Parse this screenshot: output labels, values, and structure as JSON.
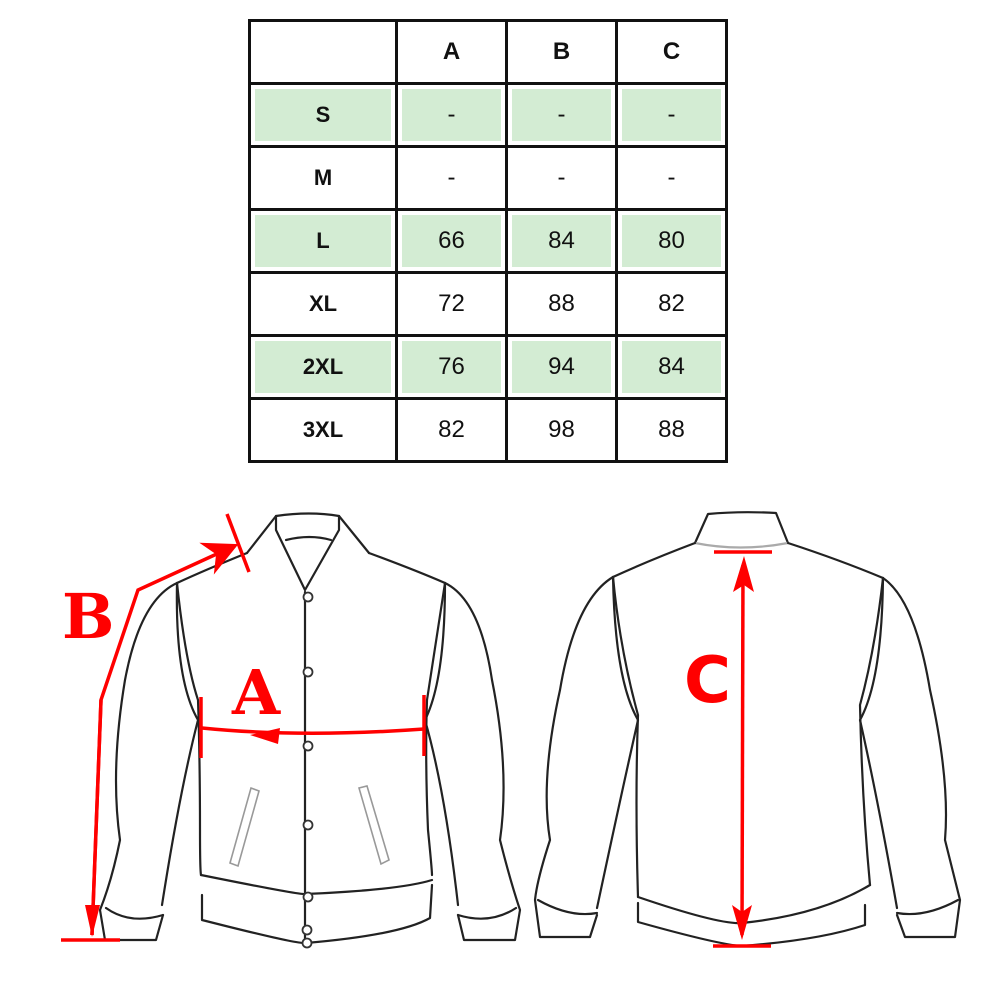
{
  "size_table": {
    "columns": [
      "",
      "A",
      "B",
      "C"
    ],
    "rows": [
      {
        "size": "S",
        "A": "-",
        "B": "-",
        "C": "-",
        "shaded": true
      },
      {
        "size": "M",
        "A": "-",
        "B": "-",
        "C": "-",
        "shaded": false
      },
      {
        "size": "L",
        "A": "66",
        "B": "84",
        "C": "80",
        "shaded": true
      },
      {
        "size": "XL",
        "A": "72",
        "B": "88",
        "C": "82",
        "shaded": false
      },
      {
        "size": "2XL",
        "A": "76",
        "B": "94",
        "C": "84",
        "shaded": true
      },
      {
        "size": "3XL",
        "A": "82",
        "B": "98",
        "C": "88",
        "shaded": false
      }
    ]
  },
  "diagram": {
    "front_view": {
      "labels": {
        "chest": "A",
        "sleeve": "B"
      }
    },
    "back_view": {
      "labels": {
        "length": "C"
      }
    }
  },
  "colors": {
    "shaded_row": "#d3ecd3",
    "grid_line": "#111111",
    "measure_red": "#ff0000",
    "outline": "#222222"
  }
}
